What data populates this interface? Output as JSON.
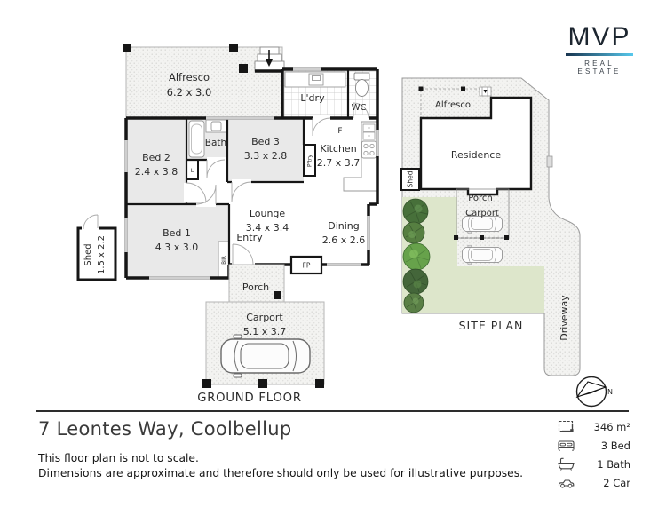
{
  "logo": {
    "name": "MVP",
    "tagline": "REAL ESTATE"
  },
  "floor_plan": {
    "title": "GROUND FLOOR",
    "rooms": {
      "alfresco": {
        "label": "Alfresco",
        "dims": "6.2 x 3.0"
      },
      "ldry": {
        "label": "L'dry"
      },
      "wc": {
        "label": "WC"
      },
      "bath": {
        "label": "Bath"
      },
      "bed2": {
        "label": "Bed 2",
        "dims": "2.4 x 3.8"
      },
      "bed3": {
        "label": "Bed 3",
        "dims": "3.3 x 2.8"
      },
      "kitchen": {
        "label": "Kitchen",
        "dims": "2.7 x 3.7"
      },
      "lounge": {
        "label": "Lounge",
        "dims": "3.4 x 3.4"
      },
      "dining": {
        "label": "Dining",
        "dims": "2.6 x 2.6"
      },
      "bed1": {
        "label": "Bed 1",
        "dims": "4.3 x 3.0"
      },
      "entry": {
        "label": "Entry"
      },
      "porch": {
        "label": "Porch"
      },
      "carport": {
        "label": "Carport",
        "dims": "5.1 x 3.7"
      },
      "shed": {
        "label": "Shed",
        "dims": "1.5 x 2.2"
      }
    },
    "annotations": {
      "fireplace": "FP",
      "fridge": "F",
      "pantry": "P'try",
      "linen": "L",
      "robe": "BIR"
    }
  },
  "site_plan": {
    "title": "SITE PLAN",
    "labels": {
      "alfresco": "Alfresco",
      "residence": "Residence",
      "shed": "Shed",
      "porch": "Porch",
      "carport": "Carport",
      "driveway": "Driveway"
    },
    "compass": "N"
  },
  "footer": {
    "address": "7 Leontes Way, Coolbellup",
    "disclaimer1": "This floor plan is not to scale.",
    "disclaimer2": "Dimensions are approximate and therefore should only be used for illustrative purposes.",
    "stats": [
      {
        "icon": "area-icon",
        "value": "346 m²"
      },
      {
        "icon": "bed-icon",
        "value": "3 Bed"
      },
      {
        "icon": "bath-icon",
        "value": "1 Bath"
      },
      {
        "icon": "car-icon",
        "value": "2 Car"
      }
    ]
  },
  "colors": {
    "brand_gradient_start": "#18344f",
    "brand_gradient_end": "#57c8ec",
    "lawn_green": "#dde6cb",
    "tree_green": "#4c7340",
    "wall_black": "#161616"
  }
}
